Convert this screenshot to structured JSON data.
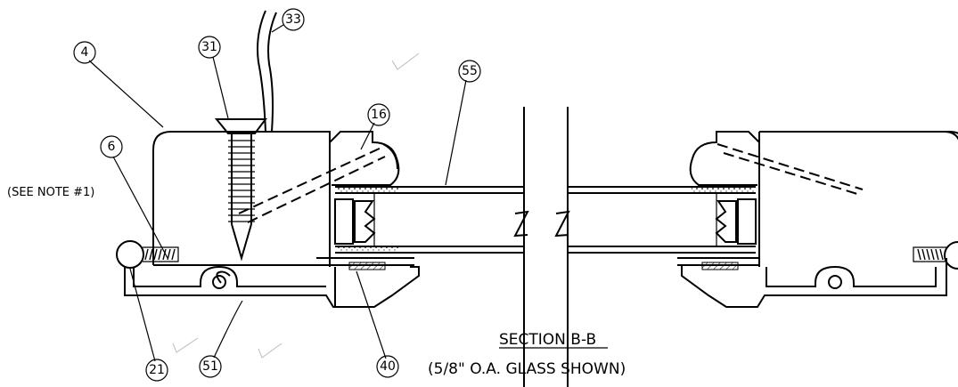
{
  "callouts": [
    "4",
    "31",
    "33",
    "16",
    "55",
    "6",
    "21",
    "51",
    "40"
  ],
  "note": "(SEE NOTE #1)",
  "section_title": "SECTION B-B",
  "section_subtitle": "(5/8\" O.A. GLASS SHOWN)"
}
